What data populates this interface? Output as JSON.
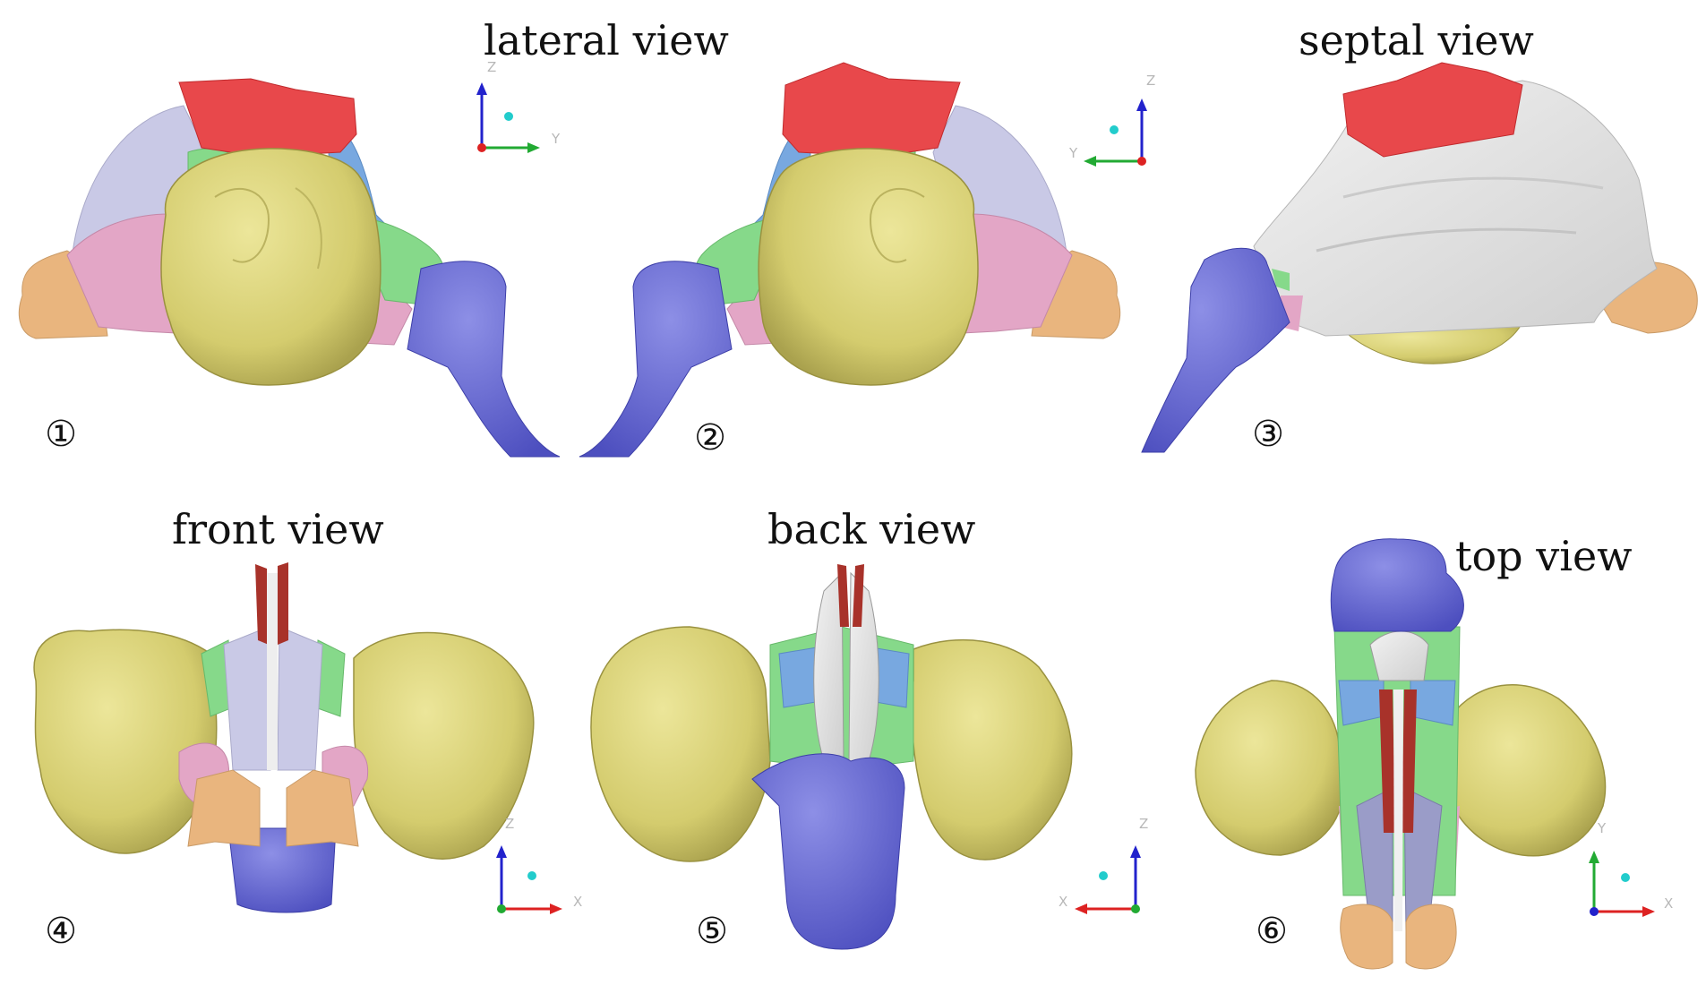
{
  "titles": {
    "lateral": "lateral view",
    "septal": "septal view",
    "front": "front view",
    "back": "back view",
    "top": "top view"
  },
  "panel_numbers": [
    "①",
    "②",
    "③",
    "④",
    "⑤",
    "⑥"
  ],
  "axis_labels": {
    "p1": {
      "vertical": "Z",
      "horizontal": "Y"
    },
    "p2": {
      "vertical": "Z",
      "horizontal": "Y"
    },
    "p4": {
      "vertical": "Z",
      "horizontal": "X"
    },
    "p5": {
      "vertical": "Z",
      "horizontal": "X"
    },
    "p6": {
      "vertical": "Y",
      "horizontal": "X"
    }
  },
  "colors": {
    "red": "#e8484b",
    "lavender": "#c9c9e6",
    "green": "#86d98a",
    "blue": "#78a8e0",
    "pink": "#e3a6c6",
    "orange": "#e9b57e",
    "indigo": "#6a6cd4",
    "yellow": "#d9d27a",
    "white": "#e4e4e4",
    "darkred": "#a8322a",
    "axis_z": "#2222cc",
    "axis_y": "#22aa33",
    "axis_x": "#dd2222",
    "axis_dot": "#22cccc"
  }
}
